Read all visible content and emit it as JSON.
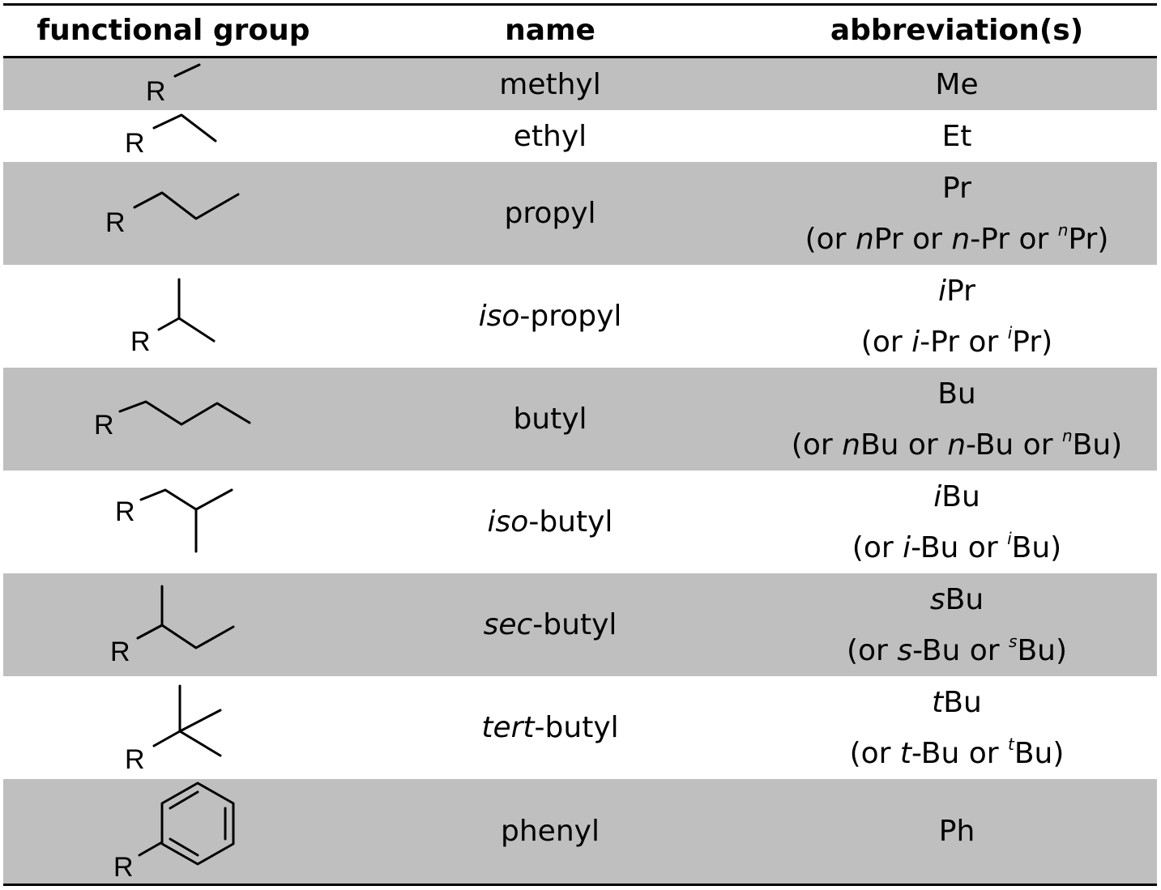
{
  "header": {
    "col_structure": "functional group",
    "col_name": "name",
    "col_abbr": "abbreviation(s)"
  },
  "rows": [
    {
      "structure_label": "R",
      "name": "methyl",
      "abbr": "Me"
    },
    {
      "structure_label": "R",
      "name": "ethyl",
      "abbr": "Et"
    },
    {
      "structure_label": "R",
      "name": "propyl",
      "abbr": "Pr",
      "alt": {
        "open": "(or ",
        "a": "n",
        "b": "Pr or ",
        "c": "n",
        "d": "-Pr or ",
        "sup": "n",
        "e": "Pr)"
      }
    },
    {
      "structure_label": "R",
      "name_prefix": "iso",
      "name_suffix": "-propyl",
      "abbr_prefix": "i",
      "abbr_suffix": "Pr",
      "alt": {
        "open": "(or ",
        "a": "i",
        "b": "-Pr or ",
        "sup": "i",
        "e": "Pr)"
      }
    },
    {
      "structure_label": "R",
      "name": "butyl",
      "abbr": "Bu",
      "alt": {
        "open": "(or ",
        "a": "n",
        "b": "Bu or ",
        "c": "n",
        "d": "-Bu or ",
        "sup": "n",
        "e": "Bu)"
      }
    },
    {
      "structure_label": "R",
      "name_prefix": "iso",
      "name_suffix": "-butyl",
      "abbr_prefix": "i",
      "abbr_suffix": "Bu",
      "alt": {
        "open": "(or ",
        "a": "i",
        "b": "-Bu or ",
        "sup": "i",
        "e": "Bu)"
      }
    },
    {
      "structure_label": "R",
      "name_prefix": "sec",
      "name_suffix": "-butyl",
      "abbr_prefix": "s",
      "abbr_suffix": "Bu",
      "alt": {
        "open": "(or ",
        "a": "s",
        "b": "-Bu or ",
        "sup": "s",
        "e": "Bu)"
      }
    },
    {
      "structure_label": "R",
      "name_prefix": "tert",
      "name_suffix": "-butyl",
      "abbr_prefix": "t",
      "abbr_suffix": "Bu",
      "alt": {
        "open": "(or ",
        "a": "t",
        "b": "-Bu or ",
        "sup": "t",
        "e": "Bu)"
      }
    },
    {
      "structure_label": "R",
      "name": "phenyl",
      "abbr": "Ph"
    }
  ]
}
